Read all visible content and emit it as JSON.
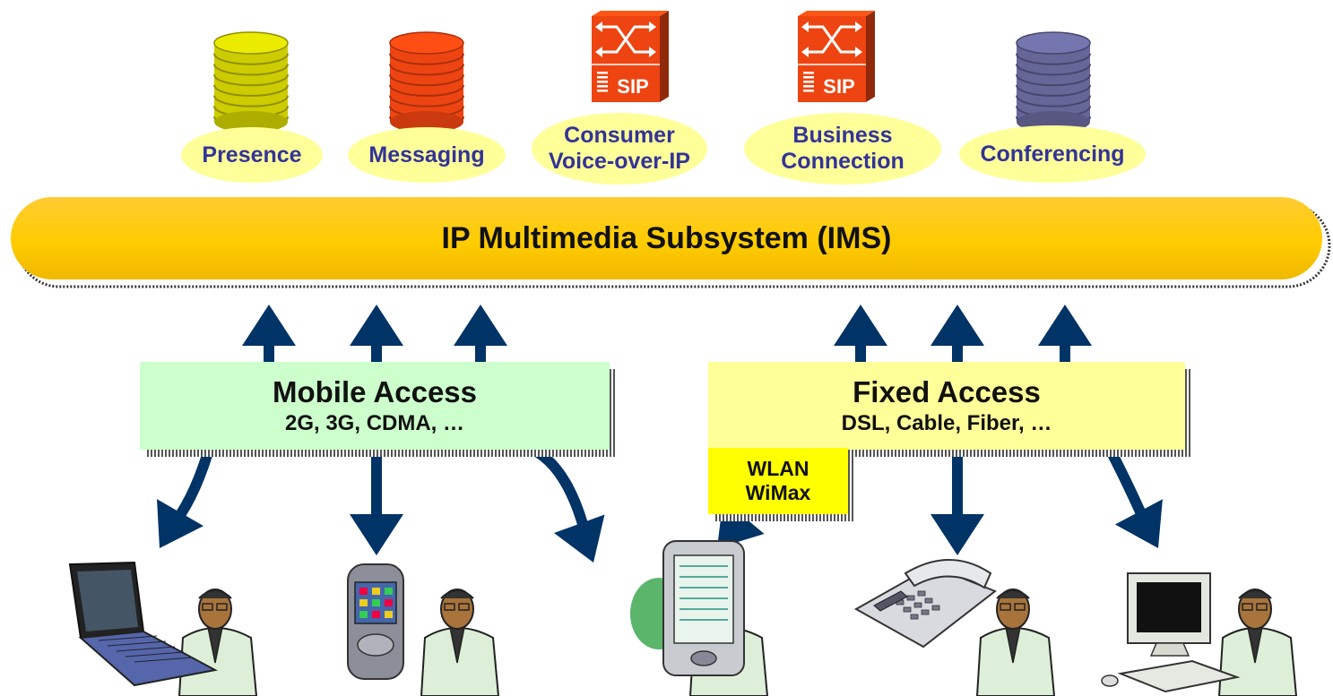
{
  "services": [
    {
      "id": "presence",
      "label": "Presence",
      "icon": "database-icon",
      "color": "#CCCC00"
    },
    {
      "id": "messaging",
      "label": "Messaging",
      "icon": "database-icon",
      "color": "#EE4411"
    },
    {
      "id": "consumer-voip",
      "label": "Consumer\nVoice-over-IP",
      "icon": "sip-switch-icon",
      "color": "#EE4411"
    },
    {
      "id": "business",
      "label": "Business\nConnection",
      "icon": "sip-switch-icon",
      "color": "#EE4411"
    },
    {
      "id": "conferencing",
      "label": "Conferencing",
      "icon": "database-icon",
      "color": "#666699"
    }
  ],
  "sip_label": "SIP",
  "ims": {
    "label": "IP Multimedia Subsystem (IMS)",
    "color": "#FFCC00"
  },
  "mobile_access": {
    "title": "Mobile Access",
    "subtitle": "2G, 3G, CDMA, …",
    "color": "#CCFFCC"
  },
  "fixed_access": {
    "title": "Fixed Access",
    "subtitle": "DSL, Cable, Fiber, …",
    "color": "#FFFF99"
  },
  "wlan": {
    "line1": "WLAN",
    "line2": "WiMax",
    "color": "#FFFF00"
  },
  "arrow_color": "#003366",
  "devices": [
    {
      "id": "laptop",
      "icon": "laptop-user-icon"
    },
    {
      "id": "mobile-phone",
      "icon": "mobile-phone-user-icon"
    },
    {
      "id": "pda",
      "icon": "pda-user-icon"
    },
    {
      "id": "desk-phone",
      "icon": "desk-phone-user-icon"
    },
    {
      "id": "desktop",
      "icon": "desktop-computer-user-icon"
    }
  ]
}
